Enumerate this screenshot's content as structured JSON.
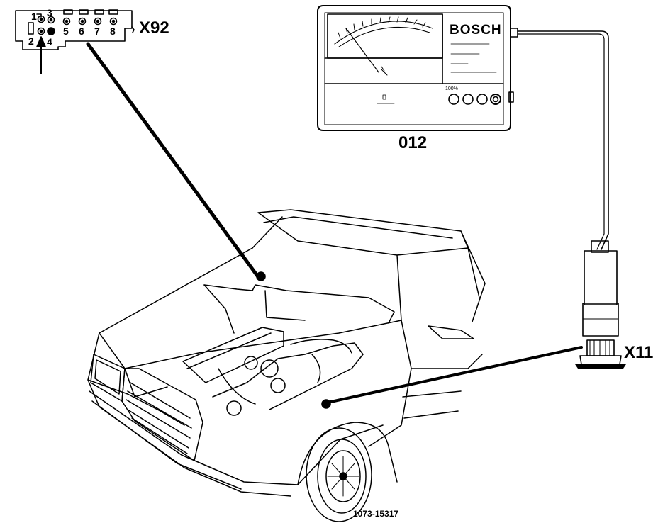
{
  "diagram": {
    "connector_label": "X92",
    "meter_label": "012",
    "socket_label": "X11",
    "figure_number": "1073-15317",
    "meter": {
      "brand": "BOSCH",
      "buttons": [
        "100%",
        "",
        "",
        ""
      ]
    },
    "pins": {
      "p1": "1",
      "p2": "2",
      "p3": "3",
      "p4": "4",
      "p5": "5",
      "p6": "6",
      "p7": "7",
      "p8": "8"
    }
  }
}
